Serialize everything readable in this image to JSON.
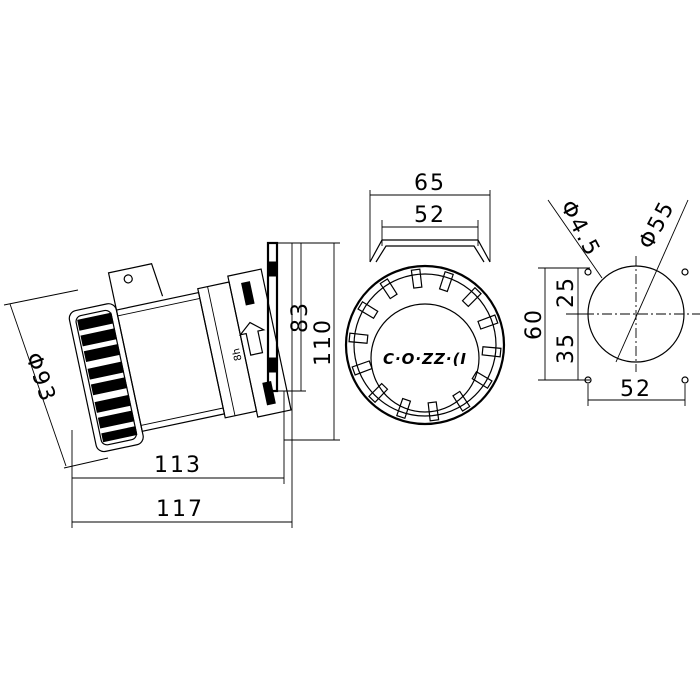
{
  "side_view": {
    "dim_width_113": "113",
    "dim_width_117": "117",
    "dim_height_83": "83",
    "dim_height_110": "110",
    "dim_diameter_93": "Φ93",
    "marking": "8h"
  },
  "front_view": {
    "dim_width_65": "65",
    "dim_width_52": "52",
    "logo": "C·O·ZZ·(I"
  },
  "mounting_view": {
    "dim_hole_diameter": "Φ4.5",
    "dim_cutout_diameter": "Φ55",
    "dim_vertical_60": "60",
    "dim_vertical_25": "25",
    "dim_vertical_35": "35",
    "dim_horizontal_52": "52"
  }
}
